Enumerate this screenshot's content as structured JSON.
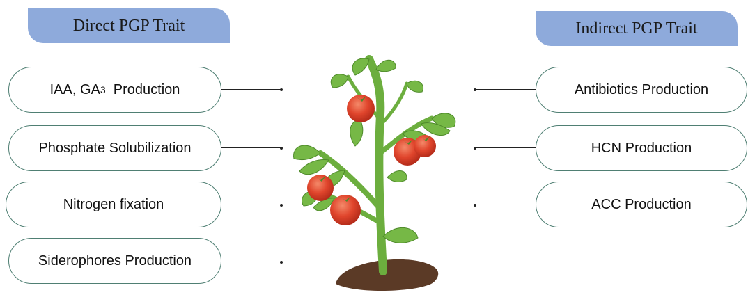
{
  "headers": {
    "direct": "Direct PGP Trait",
    "indirect": "Indirect PGP Trait"
  },
  "direct_traits": {
    "iaa_prefix": "IAA, GA",
    "iaa_sub": "3",
    "iaa_suffix": "Production",
    "phosphate": "Phosphate Solubilization",
    "nitrogen": "Nitrogen fixation",
    "siderophores": "Siderophores Production"
  },
  "indirect_traits": {
    "antibiotics": "Antibiotics Production",
    "hcn": "HCN Production",
    "acc": "ACC Production"
  },
  "colors": {
    "header_fill": "#8eaadb",
    "pill_border": "#4f7f73",
    "leaf": "#76b846",
    "stem": "#6cae3e",
    "tomato": "#e0452c",
    "soil": "#5b3a26"
  },
  "icons": {
    "center": "tomato-plant-icon"
  }
}
